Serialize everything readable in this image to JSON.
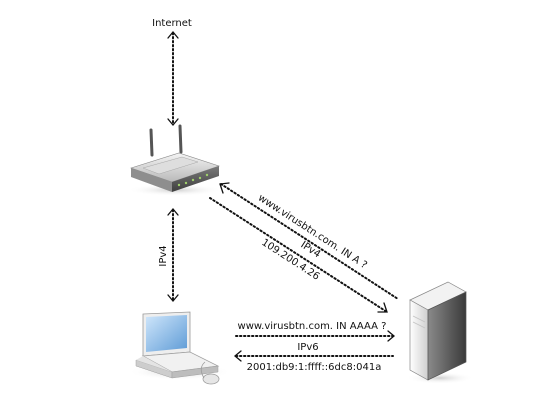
{
  "nodes": {
    "internet": {
      "label": "Internet"
    },
    "router": {
      "icon": "wifi-router-icon"
    },
    "laptop": {
      "icon": "laptop-icon"
    },
    "server": {
      "icon": "dns-server-icon"
    }
  },
  "links": {
    "router_laptop": {
      "label": "IPv4"
    },
    "router_server": {
      "query": "www.virusbtn.com. IN A ?",
      "protocol": "IPv4",
      "answer": "109.200.4.26"
    },
    "laptop_server": {
      "query": "www.virusbtn.com. IN AAAA ?",
      "protocol": "IPv6",
      "answer": "2001:db9:1:ffff::6dc8:041a"
    }
  }
}
